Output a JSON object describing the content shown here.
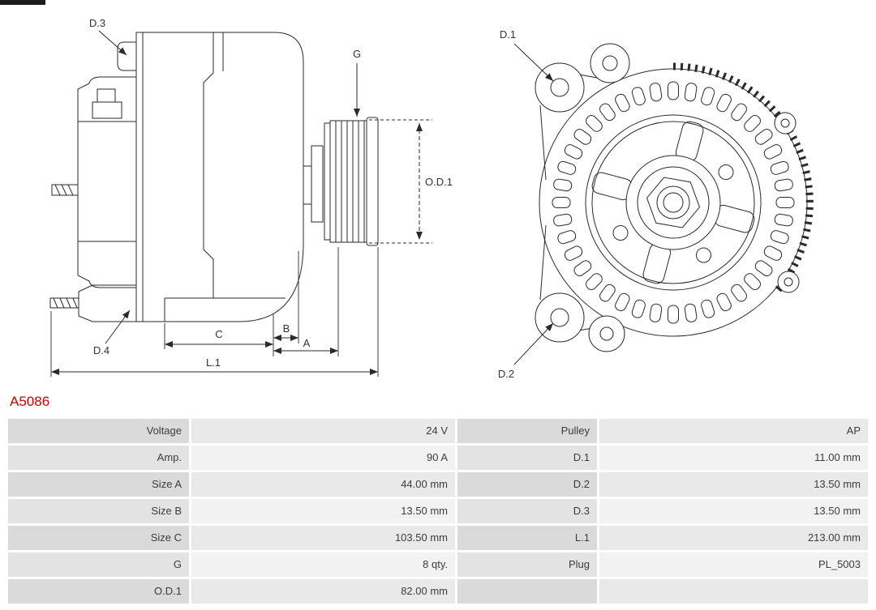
{
  "product": {
    "code": "A5086"
  },
  "colors": {
    "product_code_red": "#d40000",
    "line_color": "#2a2a2a",
    "table_label_bg_dark": "#dadada",
    "table_value_bg_dark": "#e9e9e9",
    "table_label_bg_light": "#e3e3e3",
    "table_value_bg_light": "#f2f2f2"
  },
  "diagram": {
    "side_view": {
      "d3": "D.3",
      "d4": "D.4",
      "g": "G",
      "od1": "O.D.1",
      "a": "A",
      "b": "B",
      "c": "C",
      "l1": "L.1"
    },
    "front_view": {
      "d1": "D.1",
      "d2": "D.2"
    }
  },
  "specs": {
    "rows": [
      {
        "left_label": "Voltage",
        "left_value": "24 V",
        "right_label": "Pulley",
        "right_value": "AP"
      },
      {
        "left_label": "Amp.",
        "left_value": "90 A",
        "right_label": "D.1",
        "right_value": "11.00 mm"
      },
      {
        "left_label": "Size A",
        "left_value": "44.00 mm",
        "right_label": "D.2",
        "right_value": "13.50 mm"
      },
      {
        "left_label": "Size B",
        "left_value": "13.50 mm",
        "right_label": "D.3",
        "right_value": "13.50 mm"
      },
      {
        "left_label": "Size C",
        "left_value": "103.50 mm",
        "right_label": "L.1",
        "right_value": "213.00 mm"
      },
      {
        "left_label": "G",
        "left_value": "8 qty.",
        "right_label": "Plug",
        "right_value": "PL_5003"
      },
      {
        "left_label": "O.D.1",
        "left_value": "82.00 mm",
        "right_label": "",
        "right_value": ""
      }
    ]
  }
}
